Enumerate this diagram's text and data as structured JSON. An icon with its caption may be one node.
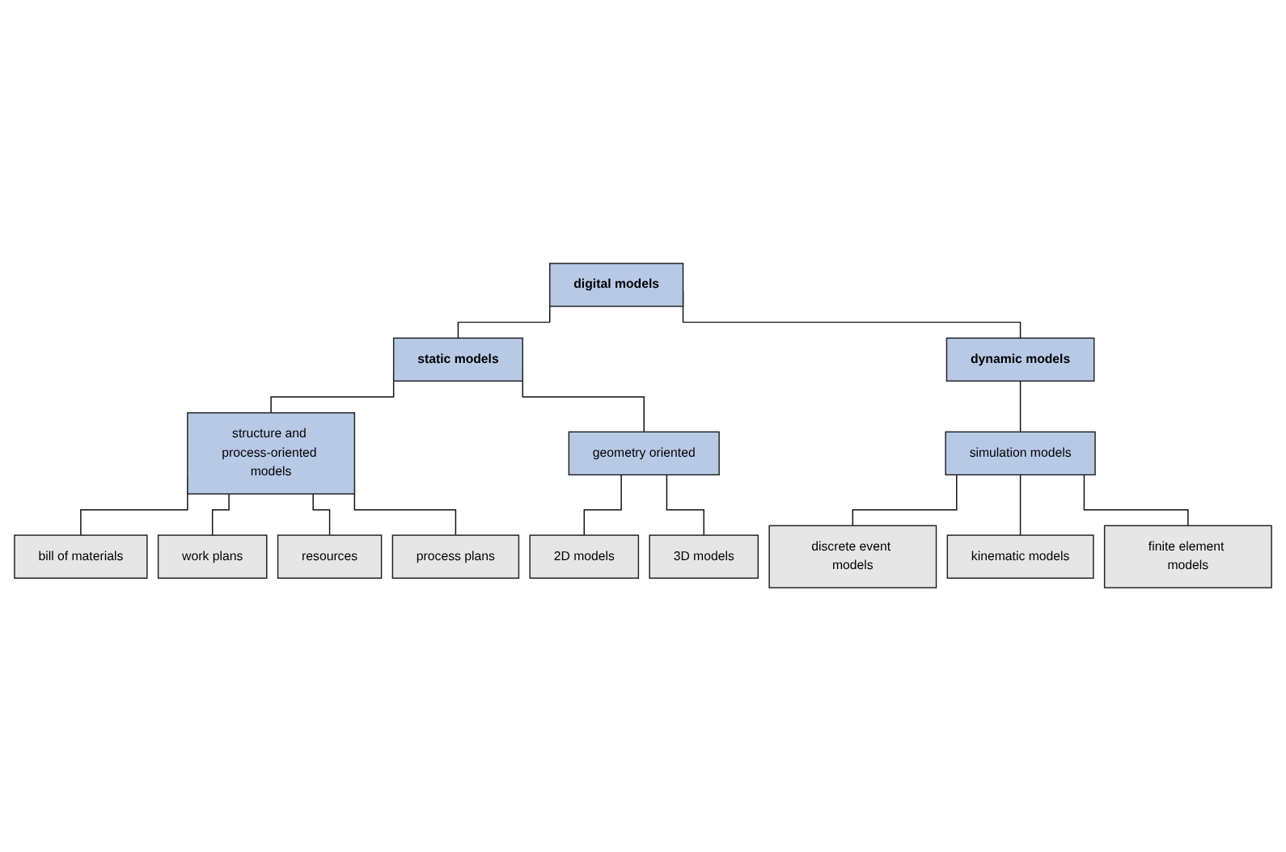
{
  "diagram": {
    "nodes": [
      {
        "text": [
          "digital models"
        ]
      },
      {
        "text": [
          "static models"
        ]
      },
      {
        "text": [
          "dynamic models"
        ]
      },
      {
        "text": [
          "structure and process-oriented models"
        ]
      },
      {
        "text": [
          "geometry oriented"
        ]
      },
      {
        "text": [
          "simulation models"
        ]
      },
      {
        "text": [
          "bill of materials"
        ]
      },
      {
        "text": [
          "work plans"
        ]
      },
      {
        "text": [
          "resources"
        ]
      },
      {
        "text": [
          "process plans"
        ]
      },
      {
        "text": [
          "2D models"
        ]
      },
      {
        "text": [
          "3D models"
        ]
      },
      {
        "text": [
          "discrete event models"
        ]
      },
      {
        "text": [
          "kinematic models"
        ]
      },
      {
        "text": [
          "finite element models"
        ]
      }
    ],
    "edges": [
      {
        "from": 0,
        "to": 1,
        "arrow": "none"
      },
      {
        "from": 0,
        "to": 2,
        "arrow": "none"
      },
      {
        "from": 1,
        "to": 3,
        "arrow": "none"
      },
      {
        "from": 1,
        "to": 4,
        "arrow": "none"
      },
      {
        "from": 2,
        "to": 5,
        "arrow": "none"
      },
      {
        "from": 3,
        "to": 6,
        "arrow": "none"
      },
      {
        "from": 3,
        "to": 7,
        "arrow": "none"
      },
      {
        "from": 3,
        "to": 8,
        "arrow": "none"
      },
      {
        "from": 3,
        "to": 9,
        "arrow": "none"
      },
      {
        "from": 4,
        "to": 10,
        "arrow": "none"
      },
      {
        "from": 4,
        "to": 11,
        "arrow": "none"
      },
      {
        "from": 5,
        "to": 12,
        "arrow": "none"
      },
      {
        "from": 5,
        "to": 13,
        "arrow": "none"
      },
      {
        "from": 5,
        "to": 14,
        "arrow": "none"
      }
    ]
  }
}
